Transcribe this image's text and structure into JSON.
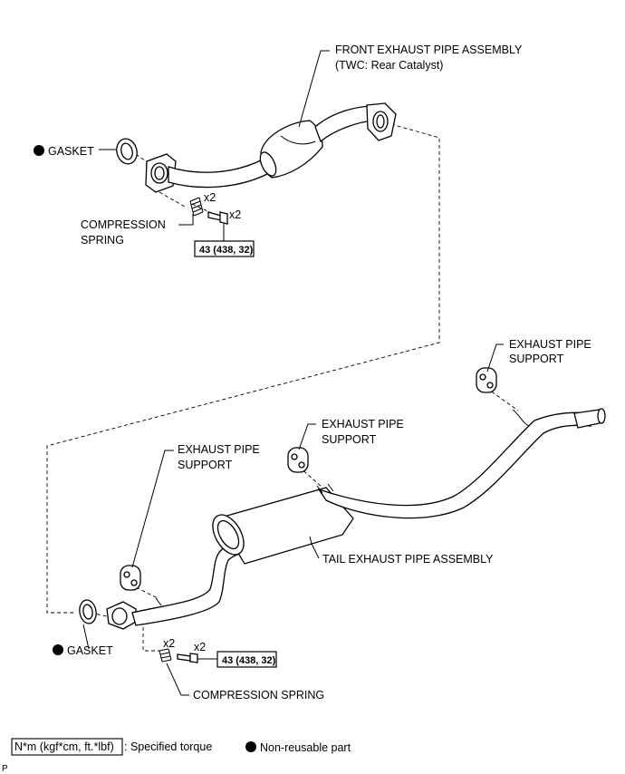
{
  "labels": {
    "front_pipe_line1": "FRONT EXHAUST PIPE ASSEMBLY",
    "front_pipe_line2": "(TWC: Rear Catalyst)",
    "gasket_top": "GASKET",
    "x2_spring_top": "x2",
    "x2_bolt_top": "x2",
    "compression_spring_top_line1": "COMPRESSION",
    "compression_spring_top_line2": "SPRING",
    "torque_top": "43 (438, 32)",
    "exhaust_support_right_line1": "EXHAUST PIPE",
    "exhaust_support_right_line2": "SUPPORT",
    "exhaust_support_mid_line1": "EXHAUST PIPE",
    "exhaust_support_mid_line2": "SUPPORT",
    "exhaust_support_left_line1": "EXHAUST PIPE",
    "exhaust_support_left_line2": "SUPPORT",
    "tail_pipe": "TAIL EXHAUST PIPE ASSEMBLY",
    "gasket_bottom": "GASKET",
    "x2_spring_bottom": "x2",
    "x2_bolt_bottom": "x2",
    "torque_bottom": "43 (438, 32)",
    "compression_spring_bottom": "COMPRESSION SPRING"
  },
  "legend": {
    "torque_unit": "N*m (kgf*cm, ft.*lbf)",
    "torque_desc": ": Specified torque",
    "nonreusable": "Non-reusable part"
  },
  "corner_code": "P",
  "icons": [
    "non-reusable-dot-icon"
  ]
}
